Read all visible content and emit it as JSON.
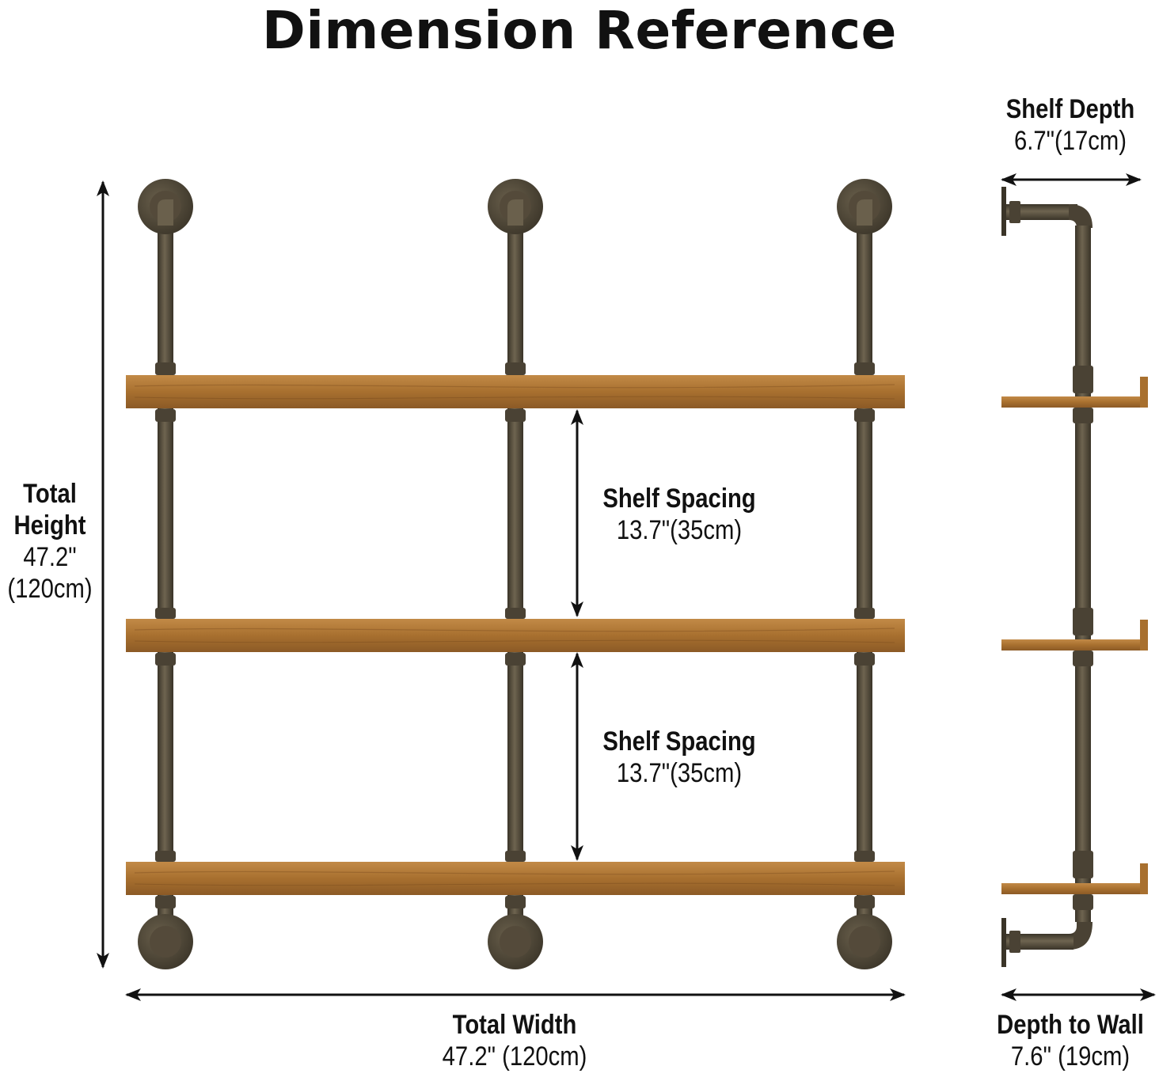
{
  "title": "Dimension Reference",
  "total_height": {
    "label_line1": "Total",
    "label_line2": "Height",
    "value_in": "47.2\"",
    "value_cm": "(120cm)"
  },
  "total_width": {
    "label": "Total Width",
    "value": "47.2\" (120cm)"
  },
  "shelf_spacing_top": {
    "label": "Shelf Spacing",
    "value": "13.7\"(35cm)"
  },
  "shelf_spacing_bottom": {
    "label": "Shelf Spacing",
    "value": "13.7\"(35cm)"
  },
  "shelf_depth": {
    "label": "Shelf Depth",
    "value": "6.7\"(17cm)"
  },
  "depth_to_wall": {
    "label": "Depth to Wall",
    "value": "7.6\" (19cm)"
  },
  "colors": {
    "pipe": "#4a4234",
    "pipe_highlight": "#6e6450",
    "wood": "#b07a3c",
    "wood_dark": "#8c5a26",
    "arrow": "#111111"
  },
  "shelf_count": 3,
  "upright_count": 3
}
